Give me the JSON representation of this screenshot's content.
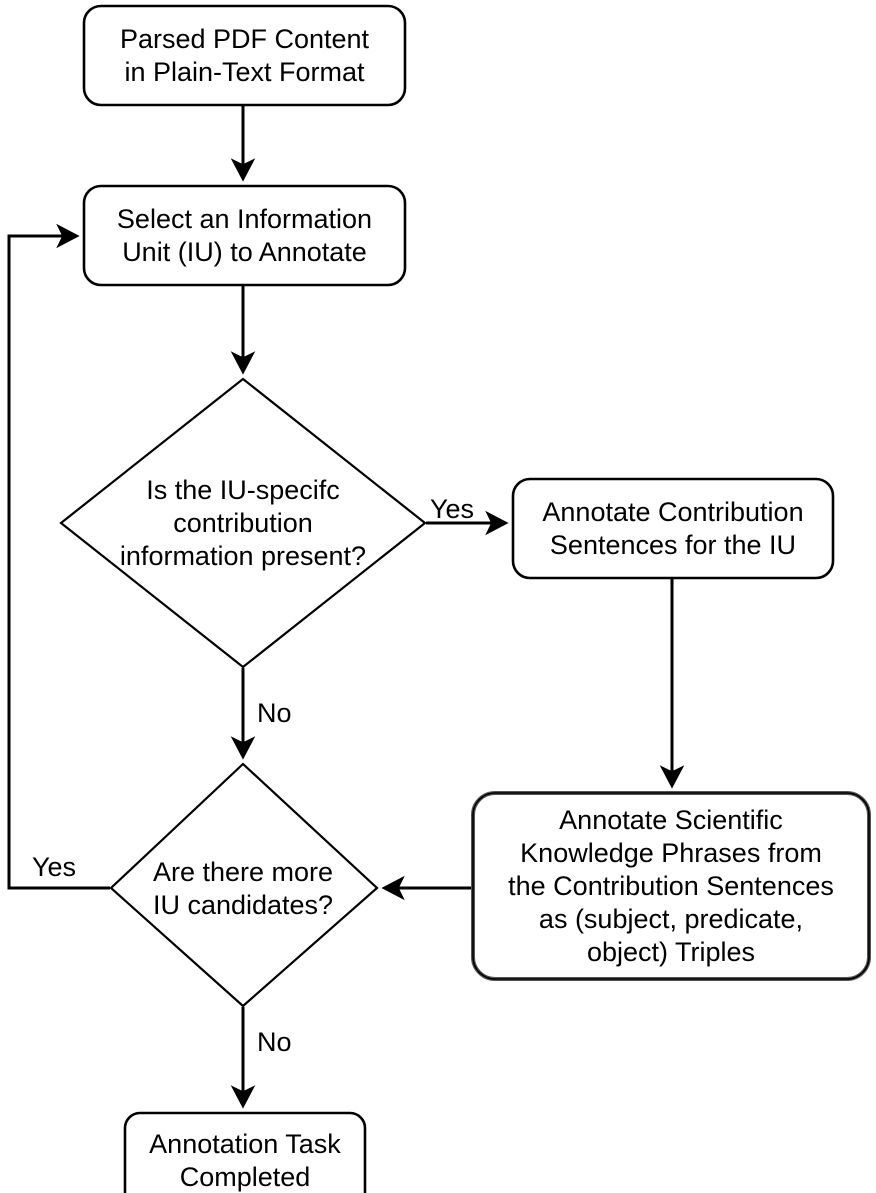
{
  "diagram": {
    "title": "Annotation Workflow Flowchart",
    "type": "flowchart",
    "background_color": "#ffffff",
    "stroke_color": "#000000",
    "fill_color": "#ffffff",
    "text_color": "#000000"
  },
  "nodes": {
    "parsed_pdf": {
      "label": "Parsed PDF Content\nin Plain-Text Format",
      "shape": "rounded-rectangle"
    },
    "select_iu": {
      "label": "Select an Information\nUnit (IU) to Annotate",
      "shape": "rounded-rectangle"
    },
    "decision_contribution": {
      "label": "Is the IU-specifc\ncontribution\ninformation present?",
      "shape": "diamond"
    },
    "annotate_contribution": {
      "label": "Annotate Contribution\nSentences for the IU",
      "shape": "rounded-rectangle"
    },
    "annotate_triples": {
      "label": "Annotate Scientific\nKnowledge Phrases from\nthe Contribution Sentences\nas (subject, predicate,\nobject) Triples",
      "shape": "rounded-rectangle"
    },
    "decision_more_iu": {
      "label": "Are there more\nIU candidates?",
      "shape": "diamond"
    },
    "completed": {
      "label": "Annotation Task\nCompleted",
      "shape": "rounded-rectangle"
    }
  },
  "edge_labels": {
    "contribution_yes": "Yes",
    "contribution_no": "No",
    "more_iu_yes": "Yes",
    "more_iu_no": "No"
  },
  "edges": [
    {
      "from": "parsed_pdf",
      "to": "select_iu",
      "label": ""
    },
    {
      "from": "select_iu",
      "to": "decision_contribution",
      "label": ""
    },
    {
      "from": "decision_contribution",
      "to": "annotate_contribution",
      "label": "Yes"
    },
    {
      "from": "decision_contribution",
      "to": "decision_more_iu",
      "label": "No"
    },
    {
      "from": "annotate_contribution",
      "to": "annotate_triples",
      "label": ""
    },
    {
      "from": "annotate_triples",
      "to": "decision_more_iu",
      "label": ""
    },
    {
      "from": "decision_more_iu",
      "to": "select_iu",
      "label": "Yes"
    },
    {
      "from": "decision_more_iu",
      "to": "completed",
      "label": "No"
    }
  ]
}
